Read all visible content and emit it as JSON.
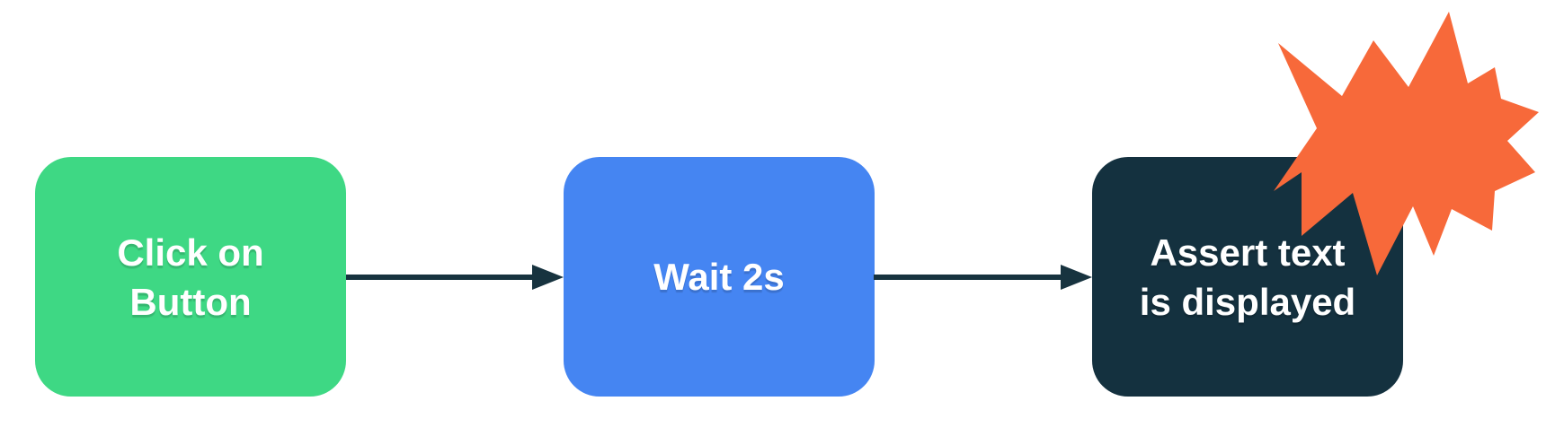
{
  "flow": {
    "nodes": [
      {
        "id": "click-on-button",
        "lines": [
          "Click on",
          "Button"
        ],
        "color": "#3ed884",
        "text_color": "#ffffff"
      },
      {
        "id": "wait-2s",
        "lines": [
          "Wait 2s"
        ],
        "color": "#4585f2",
        "text_color": "#ffffff"
      },
      {
        "id": "assert-text-is-displayed",
        "lines": [
          "Assert text",
          "is displayed"
        ],
        "color": "#14313f",
        "text_color": "#ffffff"
      }
    ],
    "connector_color": "#17333f",
    "starburst_color": "#f7693a",
    "background_color": "#ffffff"
  }
}
